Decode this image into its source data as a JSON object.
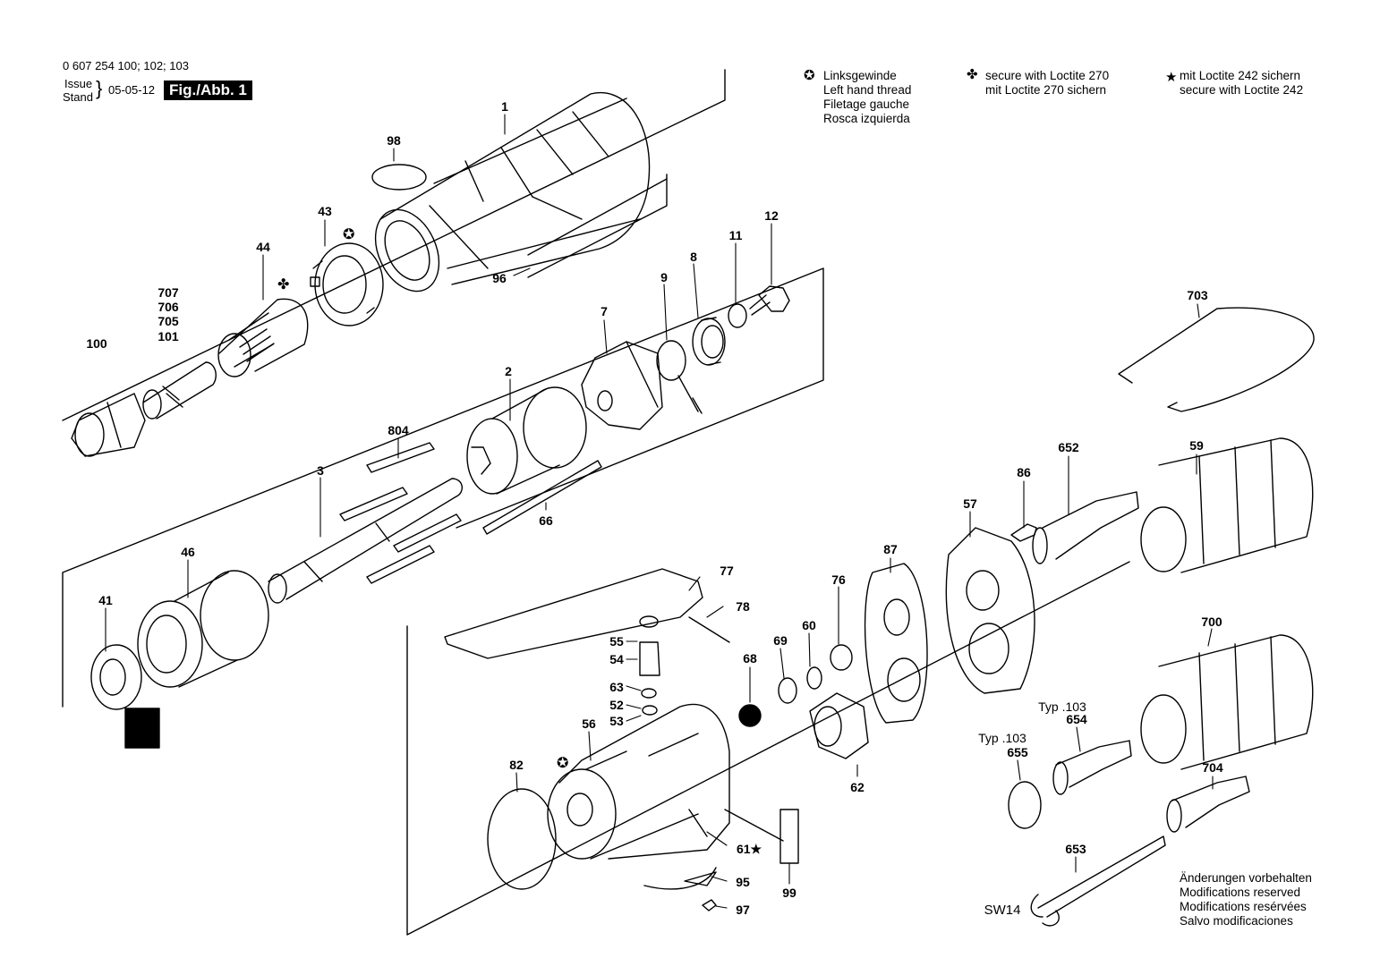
{
  "header": {
    "part_numbers": "0 607 254 100; 102; 103",
    "issue_label": "Issue",
    "stand_label": "Stand",
    "date": "05-05-12",
    "figure": "Fig./Abb. 1"
  },
  "legend": {
    "left_hand_thread": [
      "Linksgewinde",
      "Left hand thread",
      "Filetage gauche",
      "Rosca izquierda"
    ],
    "loctite_270": [
      "secure with Loctite 270",
      "mit Loctite 270 sichern"
    ],
    "loctite_242": [
      "mit Loctite 242 sichern",
      "secure with Loctite 242"
    ]
  },
  "notice": [
    "Änderungen vorbehalten",
    "Modifications reserved",
    "Modifications resérvées",
    "Salvo modificaciones"
  ],
  "labels": {
    "p1": "1",
    "p98": "98",
    "p43": "43",
    "p12": "12",
    "p44": "44",
    "p11": "11",
    "p707": "707",
    "p706": "706",
    "p705": "705",
    "p101": "101",
    "p100": "100",
    "p8": "8",
    "p9": "9",
    "p7": "7",
    "p96": "96",
    "p703": "703",
    "p2": "2",
    "p804": "804",
    "p3": "3",
    "p66": "66",
    "p652": "652",
    "p59": "59",
    "p86": "86",
    "p57": "57",
    "p46": "46",
    "p87": "87",
    "p77": "77",
    "p78": "78",
    "p41": "41",
    "p76": "76",
    "p55": "55",
    "p60": "60",
    "p69": "69",
    "p54": "54",
    "p68": "68",
    "p700": "700",
    "p63": "63",
    "p52": "52",
    "p53": "53",
    "p56": "56",
    "typ103a": "Typ .103",
    "p654": "654",
    "typ103b": "Typ .103",
    "p655": "655",
    "p82": "82",
    "p62": "62",
    "p704": "704",
    "p61": "61★",
    "p653": "653",
    "p95": "95",
    "p99": "99",
    "p97": "97",
    "sw14": "SW14"
  }
}
